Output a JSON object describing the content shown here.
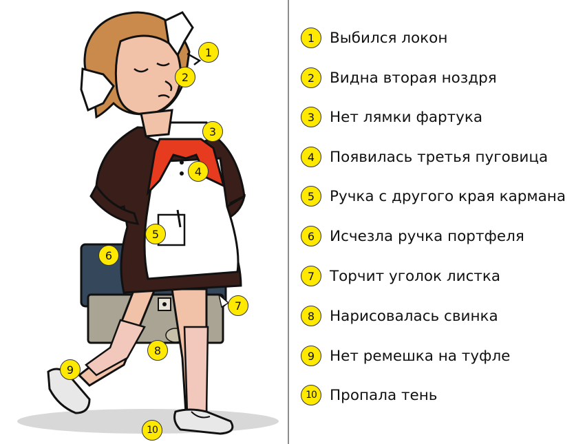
{
  "markers": [
    "1",
    "2",
    "3",
    "4",
    "5",
    "6",
    "7",
    "8",
    "9",
    "10"
  ],
  "legend": [
    {
      "num": "1",
      "text": "Выбился локон"
    },
    {
      "num": "2",
      "text": "Видна вторая ноздря"
    },
    {
      "num": "3",
      "text": "Нет лямки фартука"
    },
    {
      "num": "4",
      "text": "Появилась третья пуговица"
    },
    {
      "num": "5",
      "text": "Ручка с другого края кармана"
    },
    {
      "num": "6",
      "text": "Исчезла ручка портфеля"
    },
    {
      "num": "7",
      "text": "Торчит уголок листка"
    },
    {
      "num": "8",
      "text": "Нарисовалась свинка"
    },
    {
      "num": "9",
      "text": "Нет ремешка на туфле"
    },
    {
      "num": "10",
      "text": "Пропала тень"
    }
  ],
  "colors": {
    "marker_fill": "#ffe900",
    "divider": "#8c8c8c",
    "dress": "#3a1e1a",
    "apron": "#ffffff",
    "scarf": "#e63b1e",
    "hair": "#c98a4b",
    "skin": "#f2c2a8",
    "briefcase_top": "#35475a",
    "briefcase_bottom": "#a9a494",
    "shadow": "#d8d8d8"
  }
}
